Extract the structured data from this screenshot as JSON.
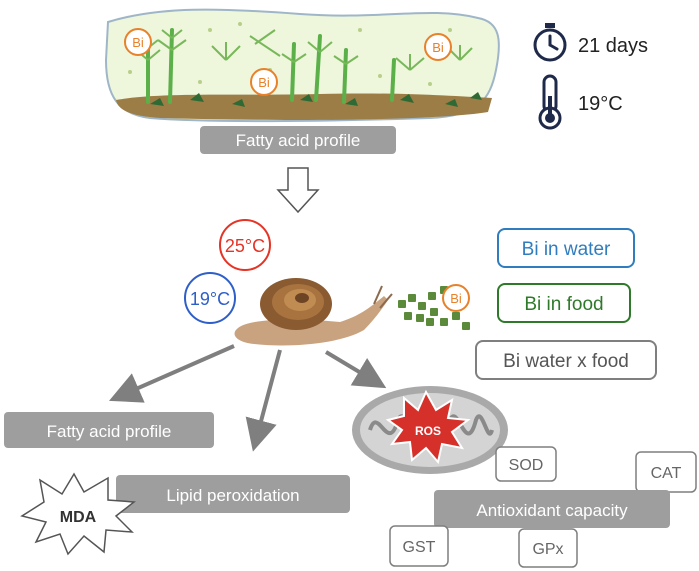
{
  "aquarium": {
    "bi_label": "Bi",
    "caption": "Fatty acid profile"
  },
  "conditions": {
    "duration": "21 days",
    "temperature": "19°C"
  },
  "treatments": {
    "temp_high": "25°C",
    "temp_low": "19°C",
    "bi_in_water": "Bi in water",
    "bi_in_food": "Bi in food",
    "bi_water_food": "Bi water x food",
    "food_bi_label": "Bi"
  },
  "outcomes": {
    "fatty_acid": "Fatty acid profile",
    "lipid_peroxidation": "Lipid peroxidation",
    "mda": "MDA",
    "ros": "ROS",
    "antioxidant_capacity": "Antioxidant capacity",
    "sod": "SOD",
    "cat": "CAT",
    "gst": "GST",
    "gpx": "GPx"
  },
  "colors": {
    "bi_orange": "#e8812a",
    "hot_red": "#e53325",
    "cold_blue": "#2e5fc9",
    "water_blue": "#2f7dbf",
    "food_green": "#2e7a2a",
    "gray_box": "#9e9e9e",
    "gray_arrow": "#7f7f7f",
    "icon_navy": "#1f2a4a"
  }
}
